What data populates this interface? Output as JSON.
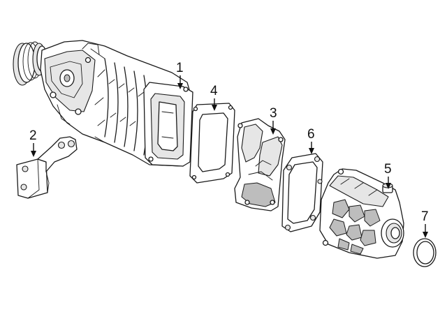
{
  "callouts": [
    {
      "id": "1",
      "label": "1",
      "part": "supercharger"
    },
    {
      "id": "2",
      "label": "2",
      "part": "bracket"
    },
    {
      "id": "3",
      "label": "3",
      "part": "adapter"
    },
    {
      "id": "4",
      "label": "4",
      "part": "gasket"
    },
    {
      "id": "5",
      "label": "5",
      "part": "intercooler-housing"
    },
    {
      "id": "6",
      "label": "6",
      "part": "gasket"
    },
    {
      "id": "7",
      "label": "7",
      "part": "o-ring"
    }
  ],
  "colors": {
    "line": "#1a1a1a",
    "background": "#ffffff",
    "shade_light": "#e6e6e6",
    "shade_dark": "#bdbdbd"
  }
}
